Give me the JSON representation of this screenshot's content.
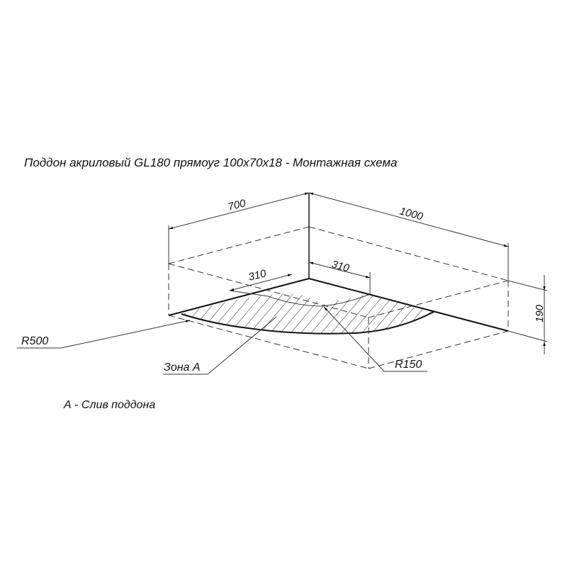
{
  "title": "Поддон акриловый  GL180 прямоуг 100х70х18 - Монтажная схема",
  "dimensions": {
    "width_left": "700",
    "length_right": "1000",
    "drain_offset_left": "310",
    "drain_offset_right": "310",
    "height": "190"
  },
  "callouts": {
    "radius_large": "R500",
    "radius_small": "R150",
    "zone": "Зона А"
  },
  "legend": {
    "note": "А - Слив поддона"
  },
  "colors": {
    "line": "#111111",
    "background": "#ffffff"
  }
}
